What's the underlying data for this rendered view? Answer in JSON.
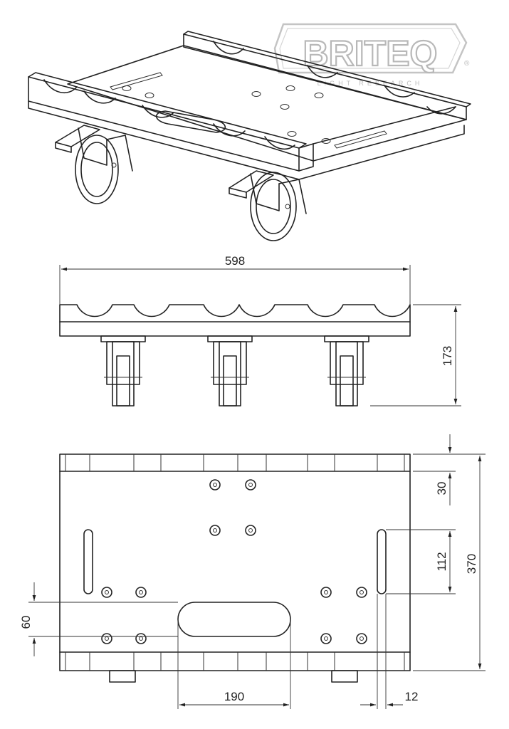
{
  "logo": {
    "brand": "BRITEQ",
    "tagline": "LIGHT RESEARCH",
    "reg_mark": "®"
  },
  "dimensions": {
    "front_width": "598",
    "front_height": "173",
    "top_edge_depth": "30",
    "top_total_depth": "370",
    "slot_length": "112",
    "hole_spacing": "60",
    "handle_width": "190",
    "slot_width": "12"
  }
}
